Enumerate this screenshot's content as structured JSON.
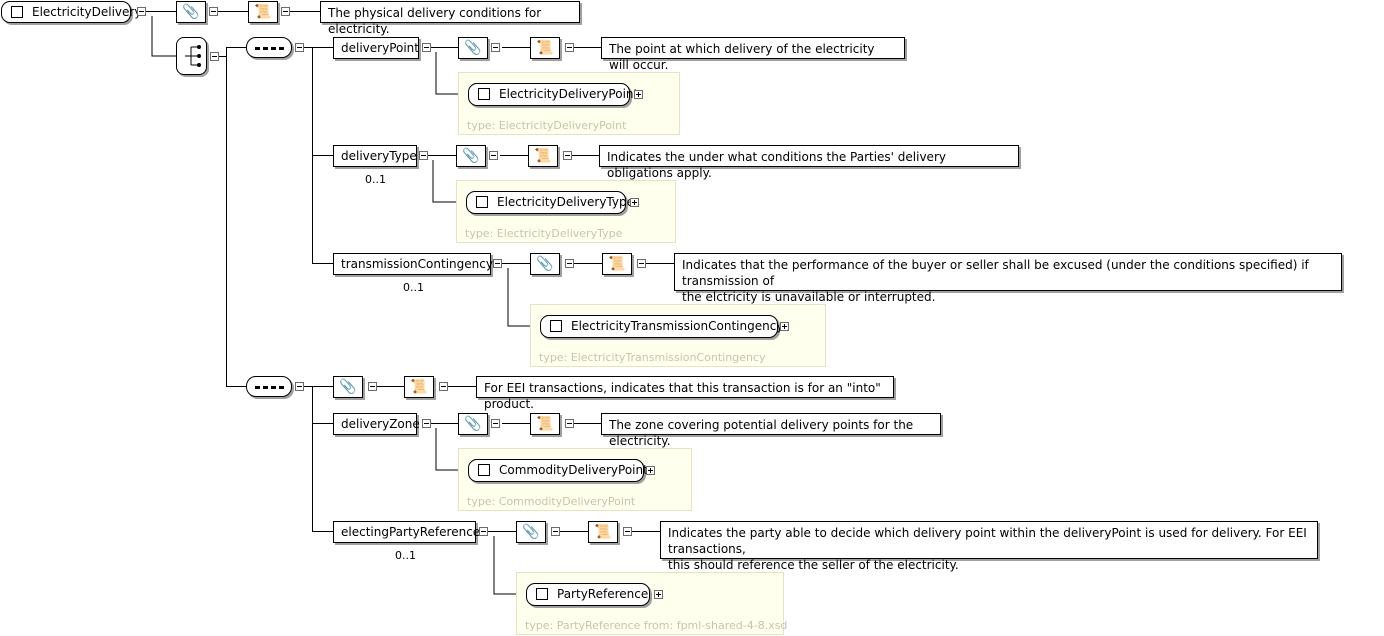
{
  "root": {
    "name": "ElectricityDelivery",
    "doc": "The physical delivery conditions for electricity."
  },
  "group1": {
    "deliveryPoint": {
      "name": "deliveryPoint",
      "doc": "The point at which delivery of the electricity will occur.",
      "type_element": "ElectricityDeliveryPoint",
      "type_label": "type: ElectricityDeliveryPoint"
    },
    "deliveryType": {
      "name": "deliveryType",
      "cardinality": "0..1",
      "doc": "Indicates the under what conditions the Parties' delivery obligations apply.",
      "type_element": "ElectricityDeliveryType",
      "type_label": "type: ElectricityDeliveryType"
    },
    "transmissionContingency": {
      "name": "transmissionContingency",
      "cardinality": "0..1",
      "doc_line1": "Indicates that the performance of the buyer or seller shall be excused (under the conditions specified) if transmission of",
      "doc_line2": "the elctricity is unavailable or interrupted.",
      "type_element": "ElectricityTransmissionContingency",
      "type_label": "type: ElectricityTransmissionContingency"
    }
  },
  "group2": {
    "doc": "For EEI transactions, indicates that this transaction is for an \"into\" product.",
    "deliveryZone": {
      "name": "deliveryZone",
      "doc": "The zone covering potential delivery points for the electricity.",
      "type_element": "CommodityDeliveryPoint",
      "type_label": "type: CommodityDeliveryPoint"
    },
    "electingPartyReference": {
      "name": "electingPartyReference",
      "cardinality": "0..1",
      "doc_line1": "Indicates the party able to decide which delivery point within the deliveryPoint is used for delivery. For EEI transactions,",
      "doc_line2": "this should reference the seller of the electricity.",
      "type_element": "PartyReference",
      "type_label": "type: PartyReference from: fpml-shared-4-8.xsd"
    }
  },
  "icons": {
    "annotation": "paperclip-icon",
    "documentation": "scroll-icon",
    "choice": "choice-icon",
    "sequence": "sequence-icon"
  }
}
